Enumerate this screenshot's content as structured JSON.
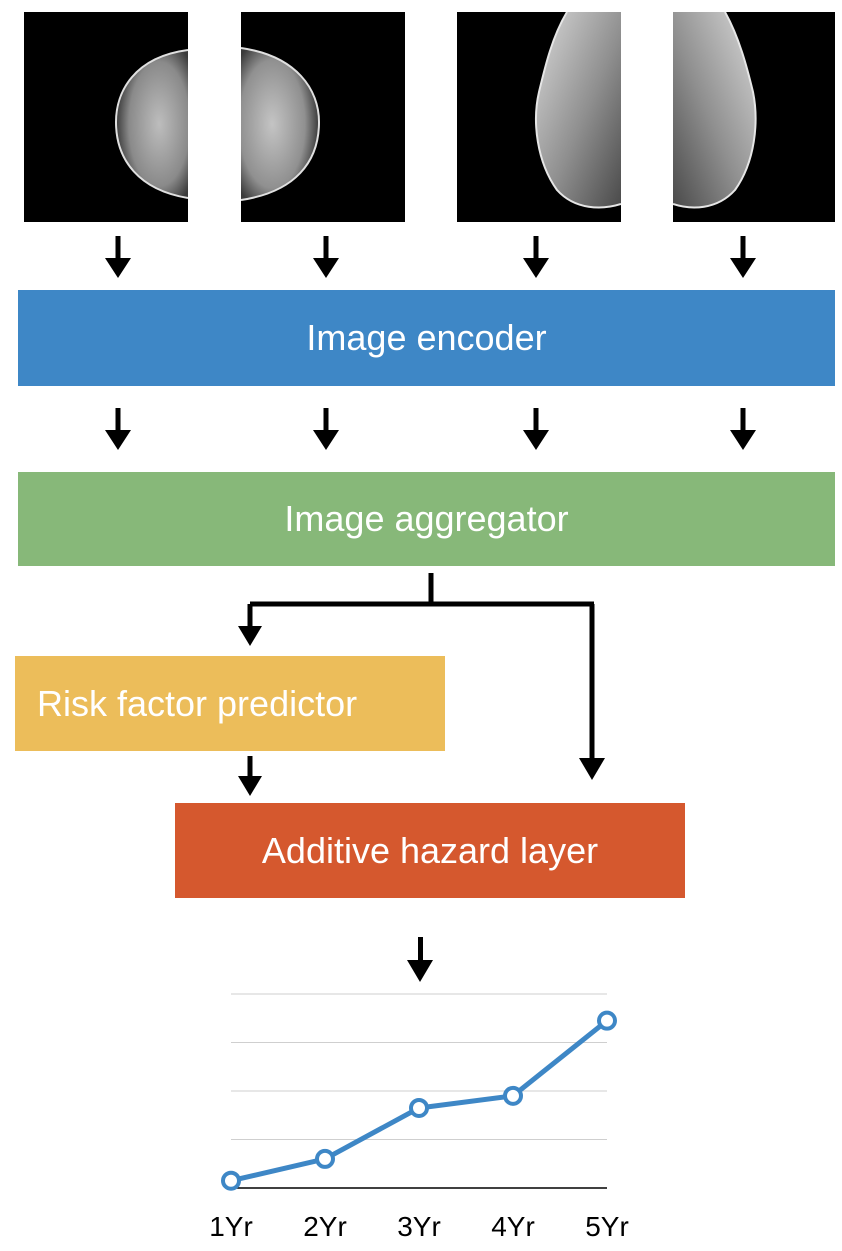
{
  "blocks": {
    "encoder": "Image encoder",
    "aggregator": "Image aggregator",
    "risk_factor": "Risk factor predictor",
    "hazard": "Additive hazard layer"
  },
  "colors": {
    "encoder": "#3e87c6",
    "aggregator": "#87b879",
    "risk_factor": "#ecbd5a",
    "hazard": "#d5582e",
    "line": "#3e87c6",
    "arrow": "#000000"
  },
  "icons": [
    "mammogram-image",
    "arrow-down-icon"
  ],
  "chart_data": {
    "type": "line",
    "categories": [
      "1Yr",
      "2Yr",
      "3Yr",
      "4Yr",
      "5Yr"
    ],
    "values": [
      0.3,
      1.2,
      3.3,
      3.8,
      6.9
    ],
    "ylim": [
      0,
      8
    ],
    "grid": true,
    "title": "",
    "xlabel": "",
    "ylabel": ""
  }
}
